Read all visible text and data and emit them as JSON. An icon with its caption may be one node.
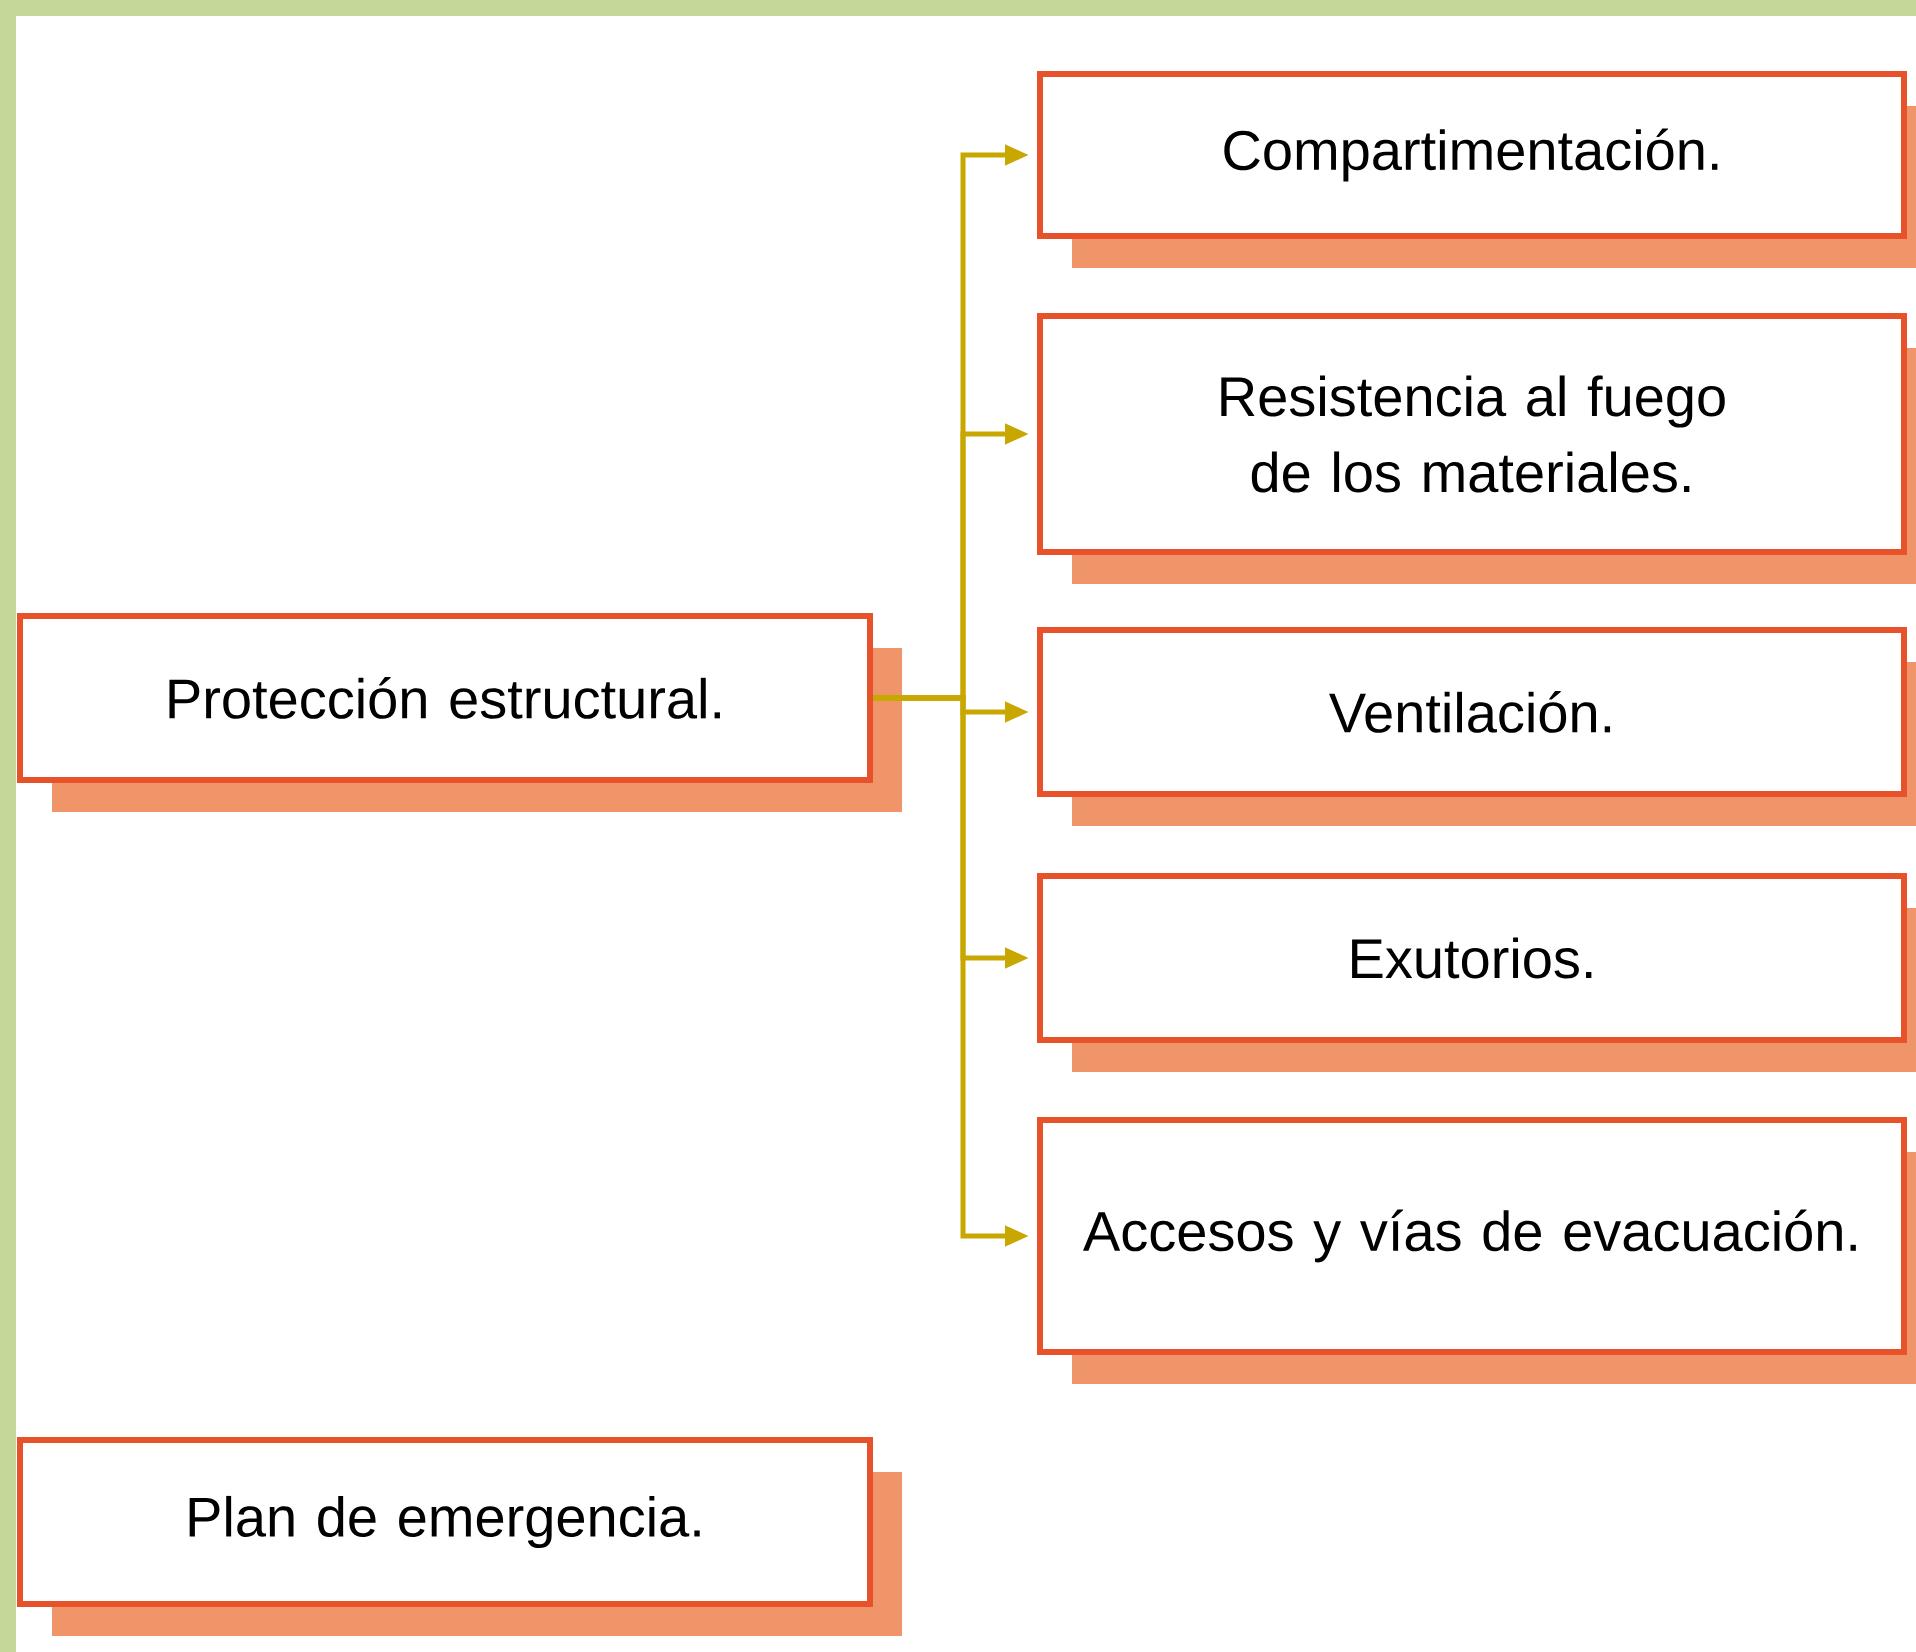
{
  "diagram": {
    "nodes": [
      {
        "text": [
          "Protección estructural."
        ]
      },
      {
        "text": [
          "Compartimentación."
        ]
      },
      {
        "text": [
          "Resistencia al fuego de los materiales."
        ]
      },
      {
        "text": [
          "Ventilación."
        ]
      },
      {
        "text": [
          "Exutorios."
        ]
      },
      {
        "text": [
          "Accesos y vías de evacuación."
        ]
      },
      {
        "text": [
          "Plan de emergencia."
        ]
      }
    ],
    "edges": [
      {
        "from": 0,
        "to": 1,
        "arrow": "to"
      },
      {
        "from": 0,
        "to": 2,
        "arrow": "to"
      },
      {
        "from": 0,
        "to": 3,
        "arrow": "to"
      },
      {
        "from": 0,
        "to": 4,
        "arrow": "to"
      },
      {
        "from": 0,
        "to": 5,
        "arrow": "to"
      }
    ]
  }
}
